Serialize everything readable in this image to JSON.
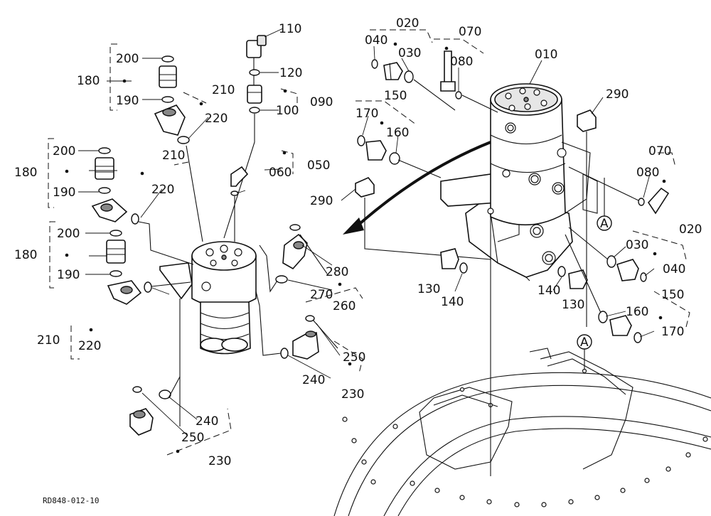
{
  "drawing_code": "RD848-012-10",
  "reference_mark": "A",
  "callouts": [
    {
      "id": "c110",
      "text": "110"
    },
    {
      "id": "c120",
      "text": "120"
    },
    {
      "id": "c090",
      "text": "090"
    },
    {
      "id": "c100",
      "text": "100"
    },
    {
      "id": "c200a",
      "text": "200"
    },
    {
      "id": "c180a",
      "text": "180"
    },
    {
      "id": "c190a",
      "text": "190"
    },
    {
      "id": "c210a",
      "text": "210"
    },
    {
      "id": "c220a",
      "text": "220"
    },
    {
      "id": "c210b",
      "text": "210"
    },
    {
      "id": "c200b",
      "text": "200"
    },
    {
      "id": "c180b",
      "text": "180"
    },
    {
      "id": "c190b",
      "text": "190"
    },
    {
      "id": "c220b",
      "text": "220"
    },
    {
      "id": "c050",
      "text": "050"
    },
    {
      "id": "c060",
      "text": "060"
    },
    {
      "id": "c200c",
      "text": "200"
    },
    {
      "id": "c180c",
      "text": "180"
    },
    {
      "id": "c190c",
      "text": "190"
    },
    {
      "id": "c210c",
      "text": "210"
    },
    {
      "id": "c220c",
      "text": "220"
    },
    {
      "id": "c280",
      "text": "280"
    },
    {
      "id": "c270",
      "text": "270"
    },
    {
      "id": "c260",
      "text": "260"
    },
    {
      "id": "c250a",
      "text": "250"
    },
    {
      "id": "c240a",
      "text": "240"
    },
    {
      "id": "c230a",
      "text": "230"
    },
    {
      "id": "c240b",
      "text": "240"
    },
    {
      "id": "c250b",
      "text": "250"
    },
    {
      "id": "c230b",
      "text": "230"
    },
    {
      "id": "c020a",
      "text": "020"
    },
    {
      "id": "c040a",
      "text": "040"
    },
    {
      "id": "c030a",
      "text": "030"
    },
    {
      "id": "c070a",
      "text": "070"
    },
    {
      "id": "c080a",
      "text": "080"
    },
    {
      "id": "c010",
      "text": "010"
    },
    {
      "id": "c150a",
      "text": "150"
    },
    {
      "id": "c170a",
      "text": "170"
    },
    {
      "id": "c160a",
      "text": "160"
    },
    {
      "id": "c290a",
      "text": "290"
    },
    {
      "id": "c290b",
      "text": "290"
    },
    {
      "id": "c070b",
      "text": "070"
    },
    {
      "id": "c080b",
      "text": "080"
    },
    {
      "id": "c020b",
      "text": "020"
    },
    {
      "id": "c030b",
      "text": "030"
    },
    {
      "id": "c040b",
      "text": "040"
    },
    {
      "id": "c130a",
      "text": "130"
    },
    {
      "id": "c140a",
      "text": "140"
    },
    {
      "id": "c140b",
      "text": "140"
    },
    {
      "id": "c130b",
      "text": "130"
    },
    {
      "id": "c150b",
      "text": "150"
    },
    {
      "id": "c160b",
      "text": "160"
    },
    {
      "id": "c170b",
      "text": "170"
    }
  ]
}
